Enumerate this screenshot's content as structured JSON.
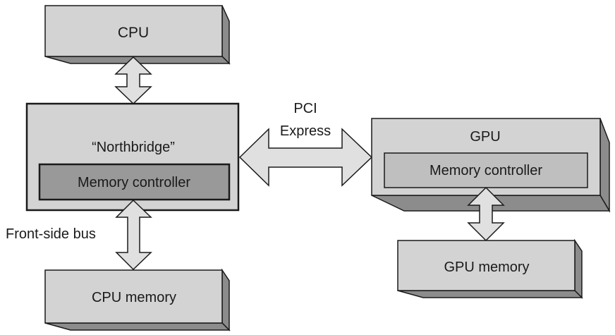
{
  "diagram": {
    "colors": {
      "box_face": "#d3d3d3",
      "box_side": "#8c8c8c",
      "box_bottom": "#8c8c8c",
      "inner_dark": "#999999",
      "inner_light": "#bfbfbf",
      "arrow_fill": "#e0e0e0",
      "stroke": "#1a1a1a"
    },
    "nodes": {
      "cpu": {
        "label": "CPU"
      },
      "northbridge": {
        "label": "“Northbridge”",
        "inner_label": "Memory controller"
      },
      "cpu_memory": {
        "label": "CPU memory"
      },
      "gpu": {
        "label": "GPU",
        "inner_label": "Memory controller"
      },
      "gpu_memory": {
        "label": "GPU memory"
      }
    },
    "edges": {
      "cpu_northbridge": {
        "label": ""
      },
      "pci_express": {
        "label_line1": "PCI",
        "label_line2": "Express"
      },
      "front_side_bus": {
        "label": "Front-side bus"
      },
      "gpu_gpu_memory": {
        "label": ""
      }
    }
  }
}
